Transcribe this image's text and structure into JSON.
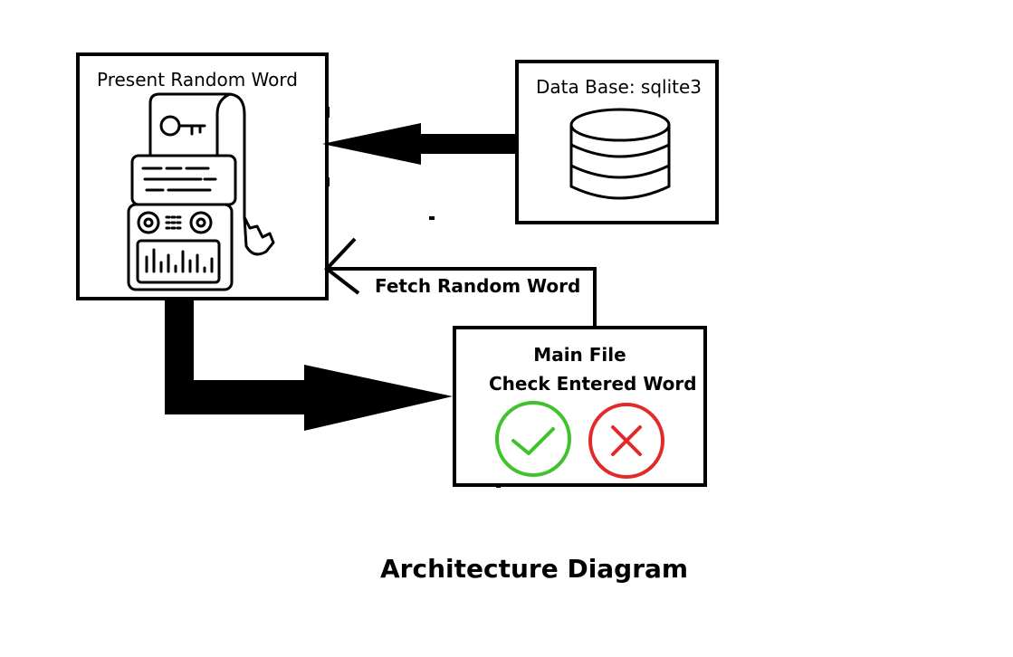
{
  "diagram": {
    "title": "Architecture Diagram",
    "nodes": {
      "random_word": {
        "label": "Present Random Word",
        "icon": "random-word-machine-icon"
      },
      "database": {
        "label": "Data Base: sqlite3",
        "icon": "database-icon"
      },
      "main_file": {
        "line1": "Main File",
        "line2": "Check Entered Word",
        "icons": [
          "check-circle-icon",
          "cross-circle-icon"
        ]
      }
    },
    "edges": [
      {
        "from": "database",
        "to": "random_word",
        "label": ""
      },
      {
        "from": "main_file",
        "to": "random_word",
        "label": "Fetch Random Word"
      },
      {
        "from": "random_word",
        "to": "main_file",
        "label": ""
      }
    ],
    "colors": {
      "check": "#3ec42a",
      "cross": "#e32a2a",
      "line": "#000000"
    }
  }
}
